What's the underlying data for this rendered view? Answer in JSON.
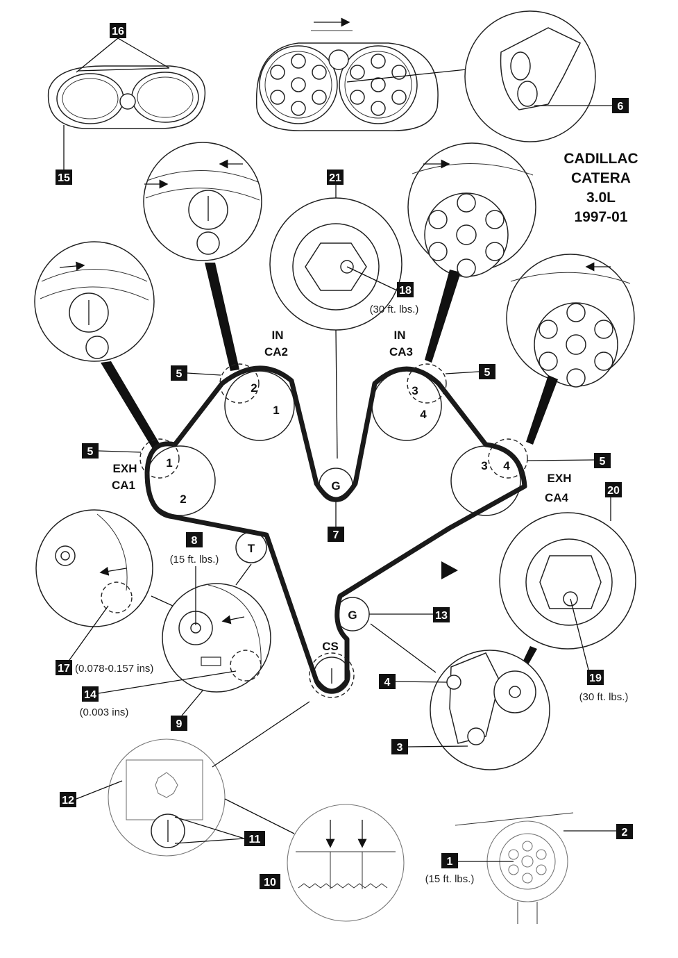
{
  "title": {
    "line1": "CADILLAC",
    "line2": "CATERA",
    "line3": "3.0L",
    "line4": "1997-01"
  },
  "callouts": {
    "n1": "1",
    "n2": "2",
    "n3": "3",
    "n4": "4",
    "n5": "5",
    "n6": "6",
    "n7": "7",
    "n8": "8",
    "n9": "9",
    "n10": "10",
    "n11": "11",
    "n12": "12",
    "n13": "13",
    "n14": "14",
    "n15": "15",
    "n16": "16",
    "n17": "17",
    "n18": "18",
    "n19": "19",
    "n20": "20",
    "n21": "21"
  },
  "specs": {
    "s18": "(30 ft. lbs.)",
    "s8": "(15 ft. lbs.)",
    "s19": "(30 ft. lbs.)",
    "s1": "(15 ft. lbs.)",
    "s17": "(0.078-0.157 ins)",
    "s14": "(0.003 ins)"
  },
  "pulleys": {
    "ca1_line1": "EXH",
    "ca1_line2": "CA1",
    "ca2_line1": "IN",
    "ca2_line2": "CA2",
    "ca3_line1": "IN",
    "ca3_line2": "CA3",
    "ca4_line1": "EXH",
    "ca4_line2": "CA4",
    "cs": "CS",
    "g_top": "G",
    "g_right": "G",
    "t": "T"
  },
  "marks": {
    "ca1_a": "1",
    "ca1_b": "2",
    "ca2_a": "2",
    "ca2_b": "1",
    "ca3_a": "3",
    "ca3_b": "4",
    "ca4_a": "3",
    "ca4_b": "4"
  }
}
